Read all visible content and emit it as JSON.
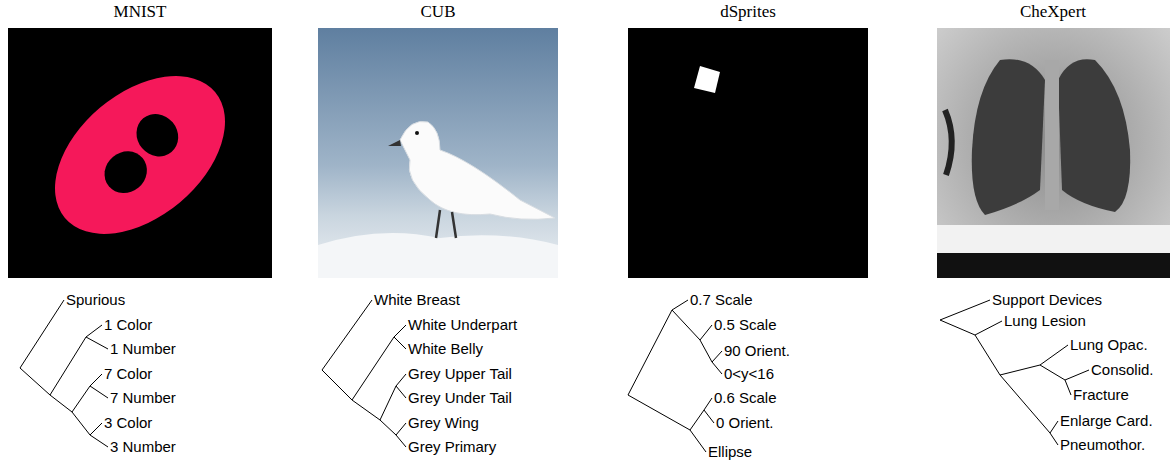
{
  "diagram": {
    "labels": [
      "MNIST",
      "CUB",
      "dSprites",
      "CheXpert",
      "Spurious",
      "1 Color",
      "1 Number",
      "7 Color",
      "7 Number",
      "3 Color",
      "3 Number",
      "White Breast",
      "White Underpart",
      "White Belly",
      "Grey Upper Tail",
      "Grey Under Tail",
      "Grey Wing",
      "Grey Primary",
      "0.7 Scale",
      "0.5 Scale",
      "90 Orient.",
      "0<y<16",
      "0.6 Scale",
      "0 Orient.",
      "Ellipse",
      "Support Devices",
      "Lung Lesion",
      "Lung Opac.",
      "Consolid.",
      "Fracture",
      "Enlarge Card.",
      "Pneumothor."
    ]
  }
}
